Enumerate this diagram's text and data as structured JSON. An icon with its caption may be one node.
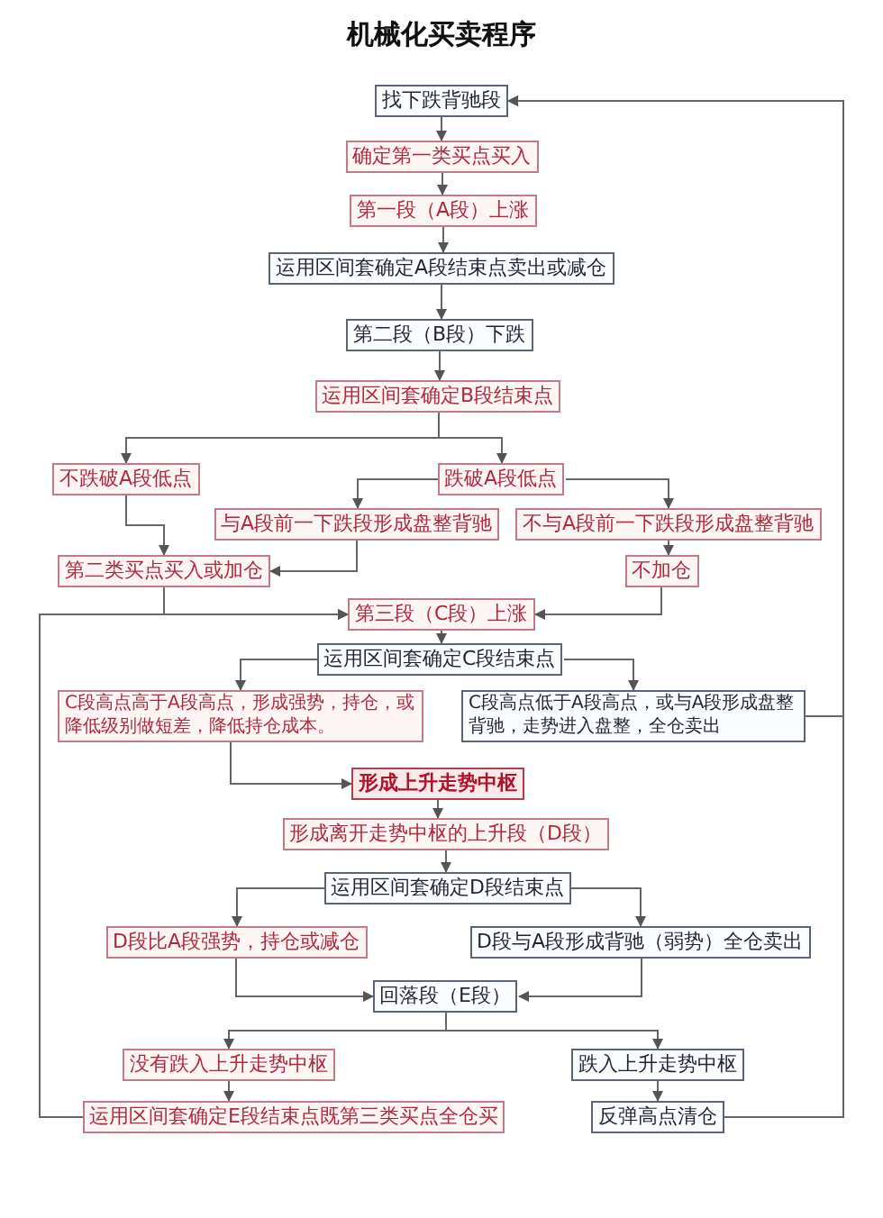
{
  "diagram": {
    "title": "机械化买卖程序",
    "nodes": [
      {
        "text": [
          "找下跌背驰段"
        ]
      },
      {
        "text": [
          "确定第一类买点买入"
        ]
      },
      {
        "text": [
          "第一段（A段）上涨"
        ]
      },
      {
        "text": [
          "运用区间套确定A段结束点卖出或减仓"
        ]
      },
      {
        "text": [
          "第二段（B段）下跌"
        ]
      },
      {
        "text": [
          "运用区间套确定B段结束点"
        ]
      },
      {
        "text": [
          "不跌破A段低点"
        ]
      },
      {
        "text": [
          "跌破A段低点"
        ]
      },
      {
        "text": [
          "与A段前一下跌段形成盘整背驰"
        ]
      },
      {
        "text": [
          "不与A段前一下跌段形成盘整背驰"
        ]
      },
      {
        "text": [
          "第二类买点买入或加仓"
        ]
      },
      {
        "text": [
          "不加仓"
        ]
      },
      {
        "text": [
          "第三段（C段）上涨"
        ]
      },
      {
        "text": [
          "运用区间套确定C段结束点"
        ]
      },
      {
        "text": [
          "C段高点高于A段高点，形成强势，持仓，或降低级别做短差，降低持仓成本。"
        ]
      },
      {
        "text": [
          "C段高点低于A段高点，或与A段形成盘整背驰，走势进入盘整，全仓卖出"
        ]
      },
      {
        "text": [
          "形成上升走势中枢"
        ]
      },
      {
        "text": [
          "形成离开走势中枢的上升段（D段）"
        ]
      },
      {
        "text": [
          "运用区间套确定D段结束点"
        ]
      },
      {
        "text": [
          "D段比A段强势，持仓或减仓"
        ]
      },
      {
        "text": [
          "D段与A段形成背驰（弱势）全仓卖出"
        ]
      },
      {
        "text": [
          "回落段（E段）"
        ]
      },
      {
        "text": [
          "没有跌入上升走势中枢"
        ]
      },
      {
        "text": [
          "跌入上升走势中枢"
        ]
      },
      {
        "text": [
          "运用区间套确定E段结束点既第三类买点全仓买"
        ]
      },
      {
        "text": [
          "反弹高点清仓"
        ]
      }
    ],
    "edges": [
      {
        "from": 0,
        "to": 1,
        "arrow": "to"
      },
      {
        "from": 1,
        "to": 2,
        "arrow": "to"
      },
      {
        "from": 2,
        "to": 3,
        "arrow": "to"
      },
      {
        "from": 3,
        "to": 4,
        "arrow": "to"
      },
      {
        "from": 4,
        "to": 5,
        "arrow": "to"
      },
      {
        "from": 5,
        "to": 6,
        "arrow": "to"
      },
      {
        "from": 5,
        "to": 7,
        "arrow": "to"
      },
      {
        "from": 7,
        "to": 8,
        "arrow": "to"
      },
      {
        "from": 7,
        "to": 9,
        "arrow": "to"
      },
      {
        "from": 6,
        "to": 10,
        "arrow": "to"
      },
      {
        "from": 8,
        "to": 10,
        "arrow": "to"
      },
      {
        "from": 9,
        "to": 11,
        "arrow": "to"
      },
      {
        "from": 10,
        "to": 12,
        "arrow": "to"
      },
      {
        "from": 11,
        "to": 12,
        "arrow": "to"
      },
      {
        "from": 24,
        "to": 12,
        "arrow": "to"
      },
      {
        "from": 12,
        "to": 13,
        "arrow": "to"
      },
      {
        "from": 13,
        "to": 14,
        "arrow": "to"
      },
      {
        "from": 13,
        "to": 15,
        "arrow": "to"
      },
      {
        "from": 14,
        "to": 16,
        "arrow": "to"
      },
      {
        "from": 15,
        "to": 0,
        "arrow": "to"
      },
      {
        "from": 16,
        "to": 17,
        "arrow": "to"
      },
      {
        "from": 17,
        "to": 18,
        "arrow": "to"
      },
      {
        "from": 18,
        "to": 19,
        "arrow": "to"
      },
      {
        "from": 18,
        "to": 20,
        "arrow": "to"
      },
      {
        "from": 19,
        "to": 21,
        "arrow": "to"
      },
      {
        "from": 20,
        "to": 21,
        "arrow": "to"
      },
      {
        "from": 21,
        "to": 22,
        "arrow": "to"
      },
      {
        "from": 21,
        "to": 23,
        "arrow": "to"
      },
      {
        "from": 22,
        "to": 24,
        "arrow": "to"
      },
      {
        "from": 23,
        "to": 25,
        "arrow": "to"
      },
      {
        "from": 25,
        "to": 0,
        "arrow": "to"
      }
    ]
  }
}
